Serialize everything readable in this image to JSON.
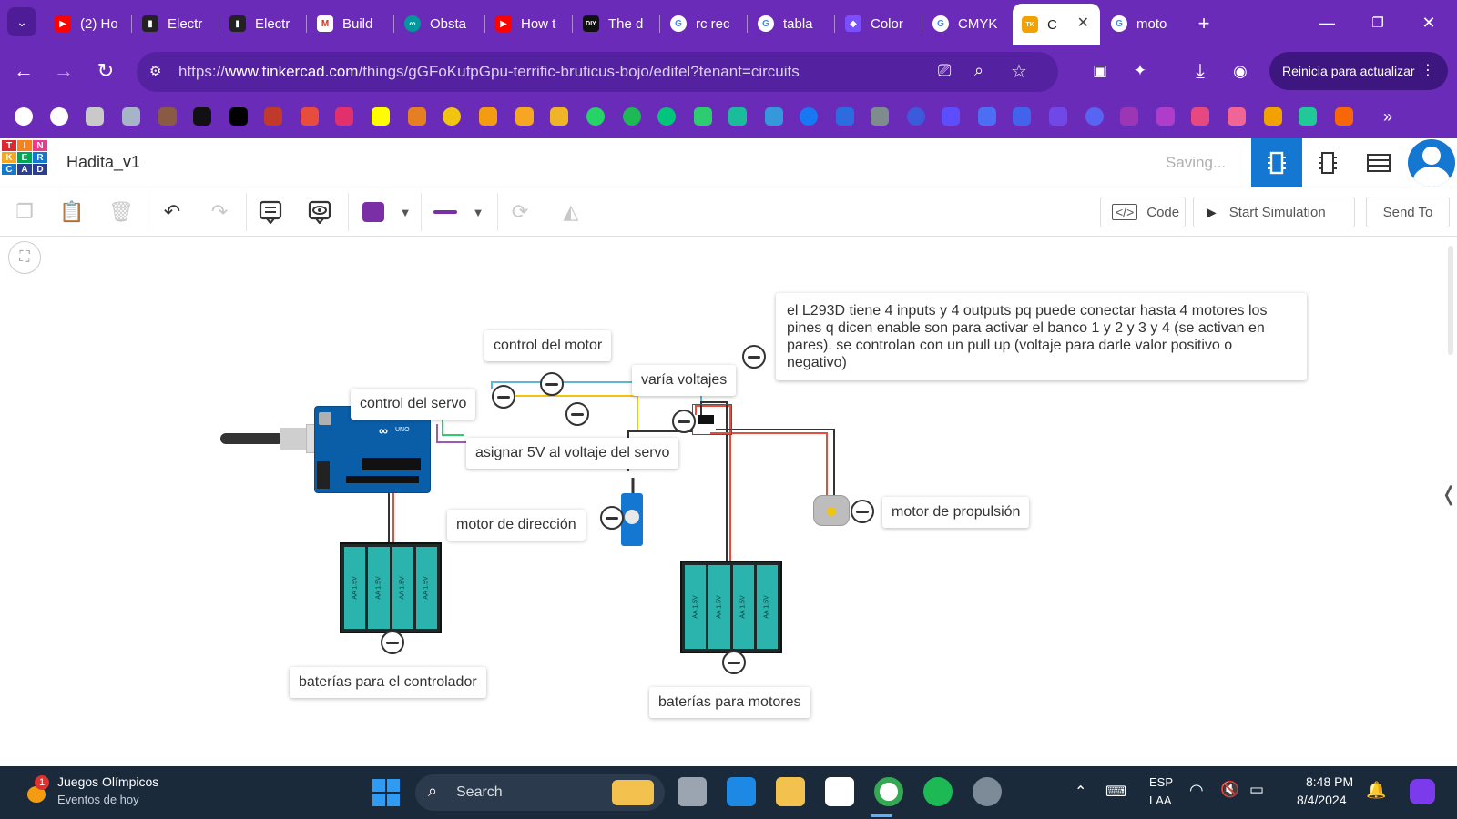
{
  "browser": {
    "tabs": [
      {
        "label": "(2) Ho",
        "color": "#ff0000"
      },
      {
        "label": "Electr",
        "color": "#222222"
      },
      {
        "label": "Electr",
        "color": "#222222"
      },
      {
        "label": "Build",
        "color": "#ff4f4f"
      },
      {
        "label": "Obsta",
        "color": "#00979d"
      },
      {
        "label": "How t",
        "color": "#ff0000"
      },
      {
        "label": "The d",
        "color": "#111111"
      },
      {
        "label": "rc rec",
        "color": "#4285f4"
      },
      {
        "label": "tabla",
        "color": "#4285f4"
      },
      {
        "label": "Color",
        "color": "#7a4fff"
      },
      {
        "label": "CMYK",
        "color": "#4285f4"
      },
      {
        "label": "C",
        "color": "#f2a200"
      },
      {
        "label": "moto",
        "color": "#4285f4"
      }
    ],
    "url_prefix": "https://",
    "url_host": "www.tinkercad.com",
    "url_path": "/things/gGFoKufpGpu-terrific-bruticus-bojo/editel?tenant=circuits",
    "update_button": "Reinicia para actualizar"
  },
  "app": {
    "project_name": "Hadita_v1",
    "saving_status": "Saving...",
    "logo_letters": [
      "T",
      "I",
      "N",
      "K",
      "E",
      "R",
      "C",
      "A",
      "D"
    ],
    "code_button": "Code",
    "start_sim_button": "Start Simulation",
    "send_to_button": "Send To"
  },
  "notes": {
    "control_motor": "control del motor",
    "control_servo": "control del servo",
    "varia_voltajes": "varía voltajes",
    "asignar_5v": "asignar 5V al voltaje del servo",
    "motor_direccion": "motor de dirección",
    "motor_propulsion": "motor de propulsión",
    "baterias_controlador": "baterías para el controlador",
    "baterias_motores": "baterías para motores",
    "l293d_info": "el L293D tiene 4 inputs y 4 outputs pq puede conectar hasta 4 motores los pines q dicen enable son para activar el banco 1 y 2 y 3 y 4 (se activan en pares). se controlan con un pull up (voltaje para darle valor positivo o negativo)"
  },
  "components": {
    "battery_cell_label": "AA 1.5V",
    "arduino_label": "UNO"
  },
  "taskbar": {
    "news_title": "Juegos Olímpicos",
    "news_subtitle": "Eventos de hoy",
    "news_badge": "1",
    "search_placeholder": "Search",
    "lang_top": "ESP",
    "lang_bottom": "LAA",
    "time": "8:48 PM",
    "date": "8/4/2024"
  },
  "colors": {
    "browser_purple": "#6a2bb8",
    "tinkercad_blue": "#1477d1",
    "arduino_teal": "#0a5ea8",
    "taskbar": "#1b2a3b"
  }
}
